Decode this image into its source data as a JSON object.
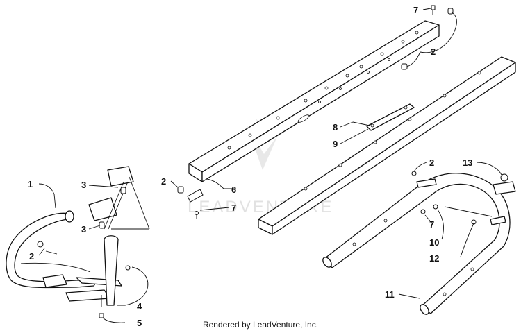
{
  "callouts": [
    "1",
    "2",
    "3",
    "3",
    "4",
    "5",
    "6",
    "7",
    "2",
    "8",
    "9",
    "7",
    "2",
    "13",
    "7",
    "10",
    "12",
    "11",
    "2"
  ],
  "watermark": {
    "brand": "LEADVENTURE"
  },
  "footer": {
    "text": "Rendered by LeadVenture, Inc."
  }
}
